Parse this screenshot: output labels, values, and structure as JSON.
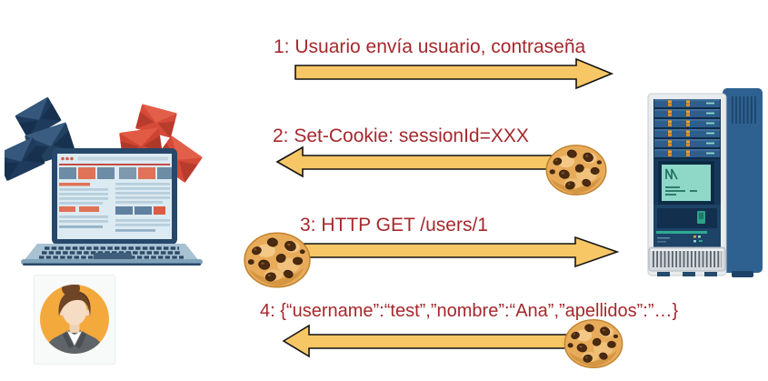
{
  "page": {
    "type": "sequence-diagram",
    "background": "#FFFFFF",
    "topic": "cookie-session-authentication-flow"
  },
  "colors": {
    "message_text": "#A6282C",
    "arrow_fill": "#F7C766",
    "arrow_outline": "#141414",
    "cookie_base": "#E8AB5A",
    "server_blue": "#2E6190",
    "laptop_navy": "#27486B",
    "avatar_orange": "#F4A93C"
  },
  "actors": {
    "client_icon": "laptop-with-envelopes-illustration",
    "user_icon": "woman-avatar",
    "server_icon": "server-tower-illustration"
  },
  "messages": [
    {
      "step": "1",
      "label": "1: Usuario envía usuario, contraseña",
      "direction": "right",
      "cookie": "none"
    },
    {
      "step": "2",
      "label": "2: Set-Cookie: sessionId=XXX",
      "direction": "left",
      "cookie": "right-end"
    },
    {
      "step": "3",
      "label": "3: HTTP GET /users/1",
      "direction": "right",
      "cookie": "left-end"
    },
    {
      "step": "4",
      "label": "4: {“username”:“test”,”nombre”:“Ana”,”apellidos”:”…}",
      "direction": "left",
      "cookie": "right-end"
    }
  ]
}
